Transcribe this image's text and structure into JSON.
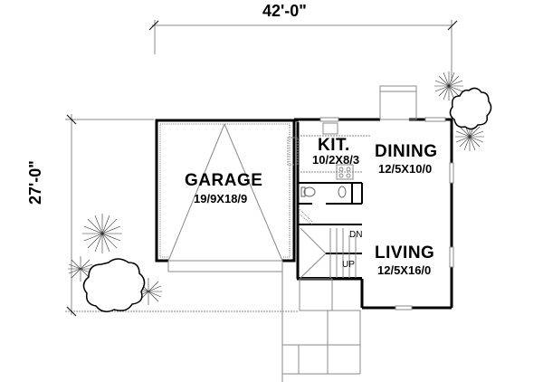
{
  "plan": {
    "type": "floor-plan",
    "dimensions": {
      "width": "42'-0\"",
      "depth": "27'-0\""
    },
    "rooms": [
      {
        "name": "GARAGE",
        "size": "19/9X18/9"
      },
      {
        "name": "KIT.",
        "size": "10/2X8/3"
      },
      {
        "name": "DINING",
        "size": "12/5X10/0"
      },
      {
        "name": "LIVING",
        "size": "12/5X16/0"
      }
    ],
    "stairs": {
      "down": "DN",
      "up": "UP"
    },
    "colors": {
      "wall": "#000000",
      "line": "#888888",
      "background": "#ffffff"
    }
  }
}
